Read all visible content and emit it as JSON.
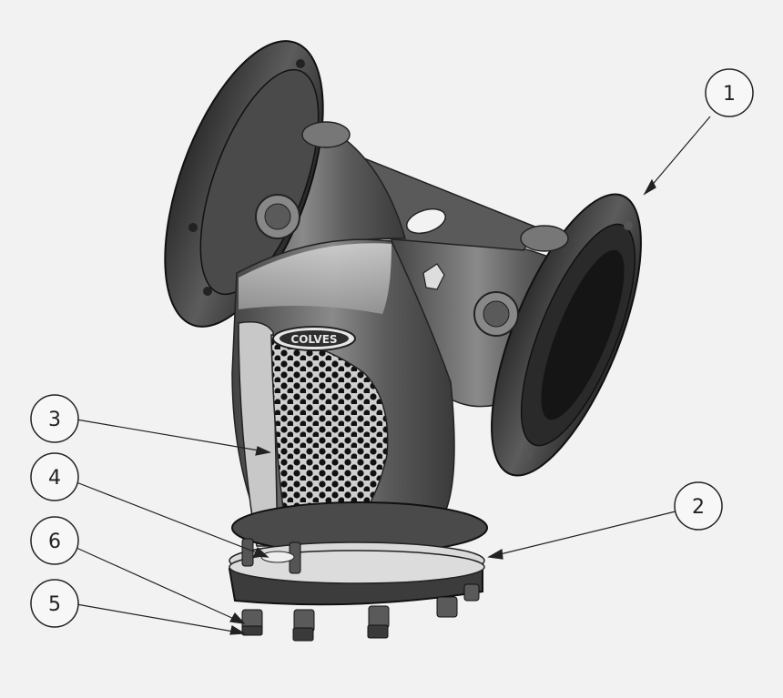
{
  "diagram": {
    "brand_logo_text": "COLVES",
    "colors": {
      "background": "#f2f2f2",
      "metal_dark": "#3a3a3a",
      "metal_mid": "#6e6e6e",
      "metal_light": "#bdbdbd",
      "screen_holes": "#111111",
      "callout_line": "#222222"
    },
    "callouts": [
      {
        "id": "c1",
        "label": "1"
      },
      {
        "id": "c2",
        "label": "2"
      },
      {
        "id": "c3",
        "label": "3"
      },
      {
        "id": "c4",
        "label": "4"
      },
      {
        "id": "c5",
        "label": "5"
      },
      {
        "id": "c6",
        "label": "6"
      }
    ]
  }
}
